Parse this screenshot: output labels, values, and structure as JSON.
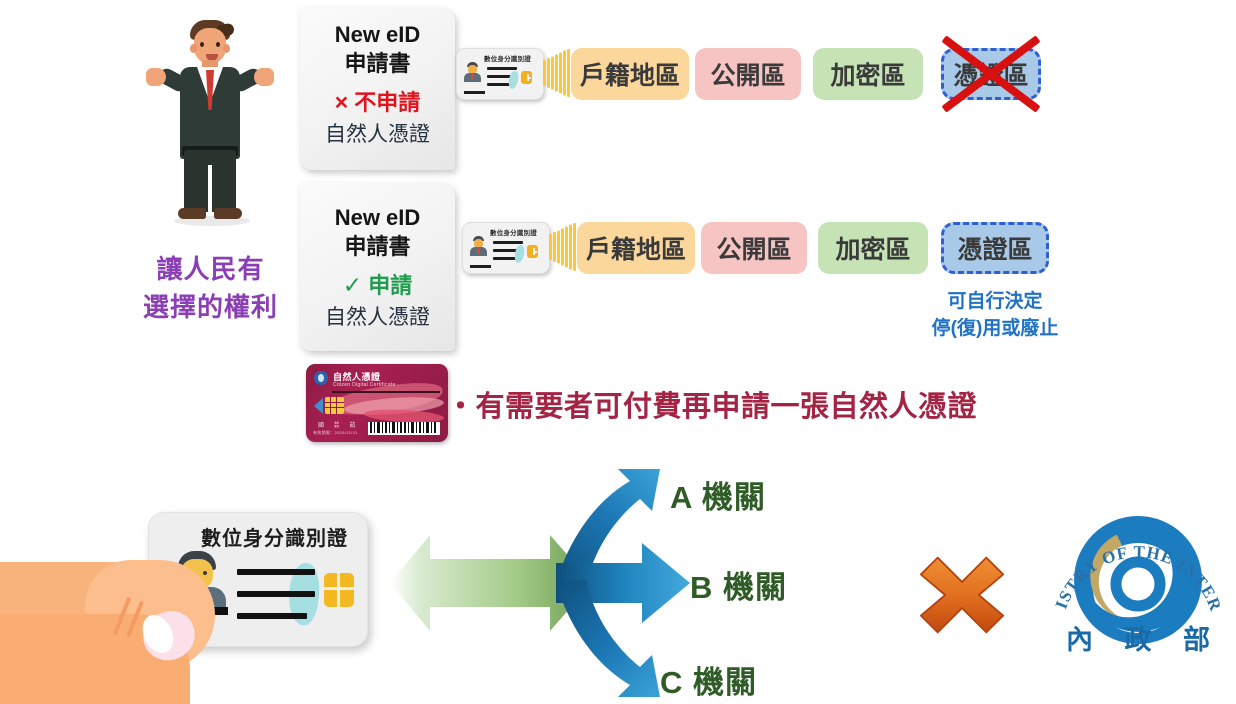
{
  "slogan": {
    "line1": "讓人民有",
    "line2": "選擇的權利",
    "color": "#8b3fb5"
  },
  "forms": [
    {
      "title_en": "New eID",
      "title_zh": "申請書",
      "mark": "×",
      "mark_label": "不申請",
      "mark_type": "negative",
      "subject": "自然人憑證",
      "mark_color": "#e1131d"
    },
    {
      "title_en": "New eID",
      "title_zh": "申請書",
      "mark": "✓",
      "mark_label": "申請",
      "mark_type": "positive",
      "subject": "自然人憑證",
      "mark_color": "#1f9c4d"
    }
  ],
  "card_icon": {
    "title": "數位身分識別證"
  },
  "zone_rows": [
    {
      "zones": [
        {
          "label": "戶籍地區",
          "color": "#fbd79b",
          "style": "solid"
        },
        {
          "label": "公開區",
          "color": "#f7c4c4",
          "style": "solid"
        },
        {
          "label": "加密區",
          "color": "#c6e3b5",
          "style": "solid"
        },
        {
          "label": "憑證區",
          "color": "#a9c9e8",
          "style": "dashed",
          "crossed_out": true
        }
      ],
      "note": ""
    },
    {
      "zones": [
        {
          "label": "戶籍地區",
          "color": "#fbd79b",
          "style": "solid"
        },
        {
          "label": "公開區",
          "color": "#f7c4c4",
          "style": "solid"
        },
        {
          "label": "加密區",
          "color": "#c6e3b5",
          "style": "solid"
        },
        {
          "label": "憑證區",
          "color": "#a9c9e8",
          "style": "dashed",
          "crossed_out": false
        }
      ],
      "note_line1": "可自行決定",
      "note_line2": "停(復)用或廢止",
      "note_color": "#2272c4"
    }
  ],
  "bullet": {
    "marker": "・",
    "text": "有需要者可付費再申請一張自然人憑證",
    "color": "#a32444"
  },
  "certificate_card": {
    "title": "自然人憑證",
    "subtitle": "Citizen Digital Certificate",
    "name_placeholder": "國 芸 茹",
    "footer": "有效期限：2029/12/31"
  },
  "big_card": {
    "title": "數位身分識別證"
  },
  "flow": {
    "left_arrow": "bidirectional-green-arrow",
    "agencies": [
      {
        "label": "A 機關"
      },
      {
        "label": "B 機關"
      },
      {
        "label": "C 機關"
      }
    ],
    "agency_color": "#2f5b26",
    "arrow_color": "#1c6fa8"
  },
  "cross_mark": {
    "name": "orange-x-mark",
    "color": "#d9631f"
  },
  "seal": {
    "en_text": "MINISTRY OF THE INTERIOR",
    "zh_text": "內 政 部",
    "color": "#1b7cc0"
  }
}
